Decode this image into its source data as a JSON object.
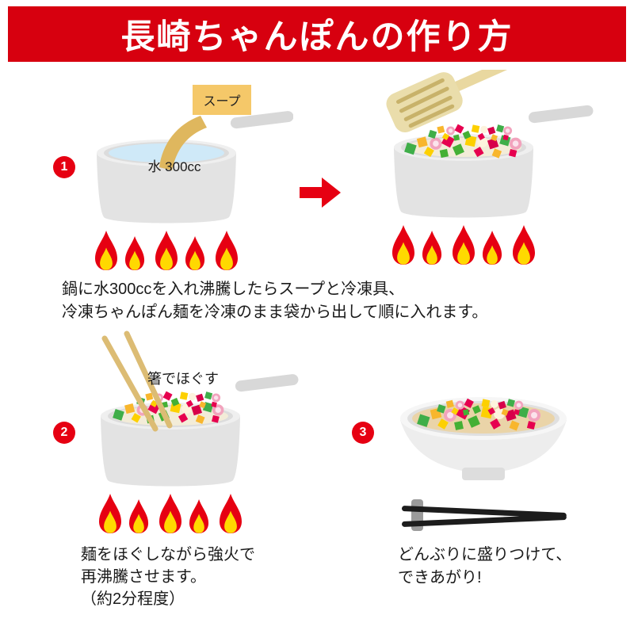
{
  "title": "長崎ちゃんぽんの作り方",
  "colors": {
    "brand_red": "#d7000f",
    "flame_red": "#e60012",
    "flame_yellow": "#ffd900",
    "packet_tan": "#f5c869",
    "pot_grey": "#e3e3e3",
    "water_blue": "#cfe9f8",
    "broth_tan": "#f3ecd8"
  },
  "steps": [
    {
      "number": "1",
      "packet_label": "スープ",
      "water_label": "水 300cc",
      "caption": [
        "鍋に水300ccを入れ沸騰したらスープと冷凍具、",
        "冷凍ちゃんぽん麺を冷凍のまま袋から出して順に入れます。"
      ]
    },
    {
      "number": "2",
      "chopsticks_label": "箸でほぐす",
      "caption": [
        "麺をほぐしながら強火で",
        "再沸騰させます。",
        "（約2分程度）"
      ]
    },
    {
      "number": "3",
      "caption": [
        "どんぶりに盛りつけて、",
        "できあがり!"
      ]
    }
  ]
}
